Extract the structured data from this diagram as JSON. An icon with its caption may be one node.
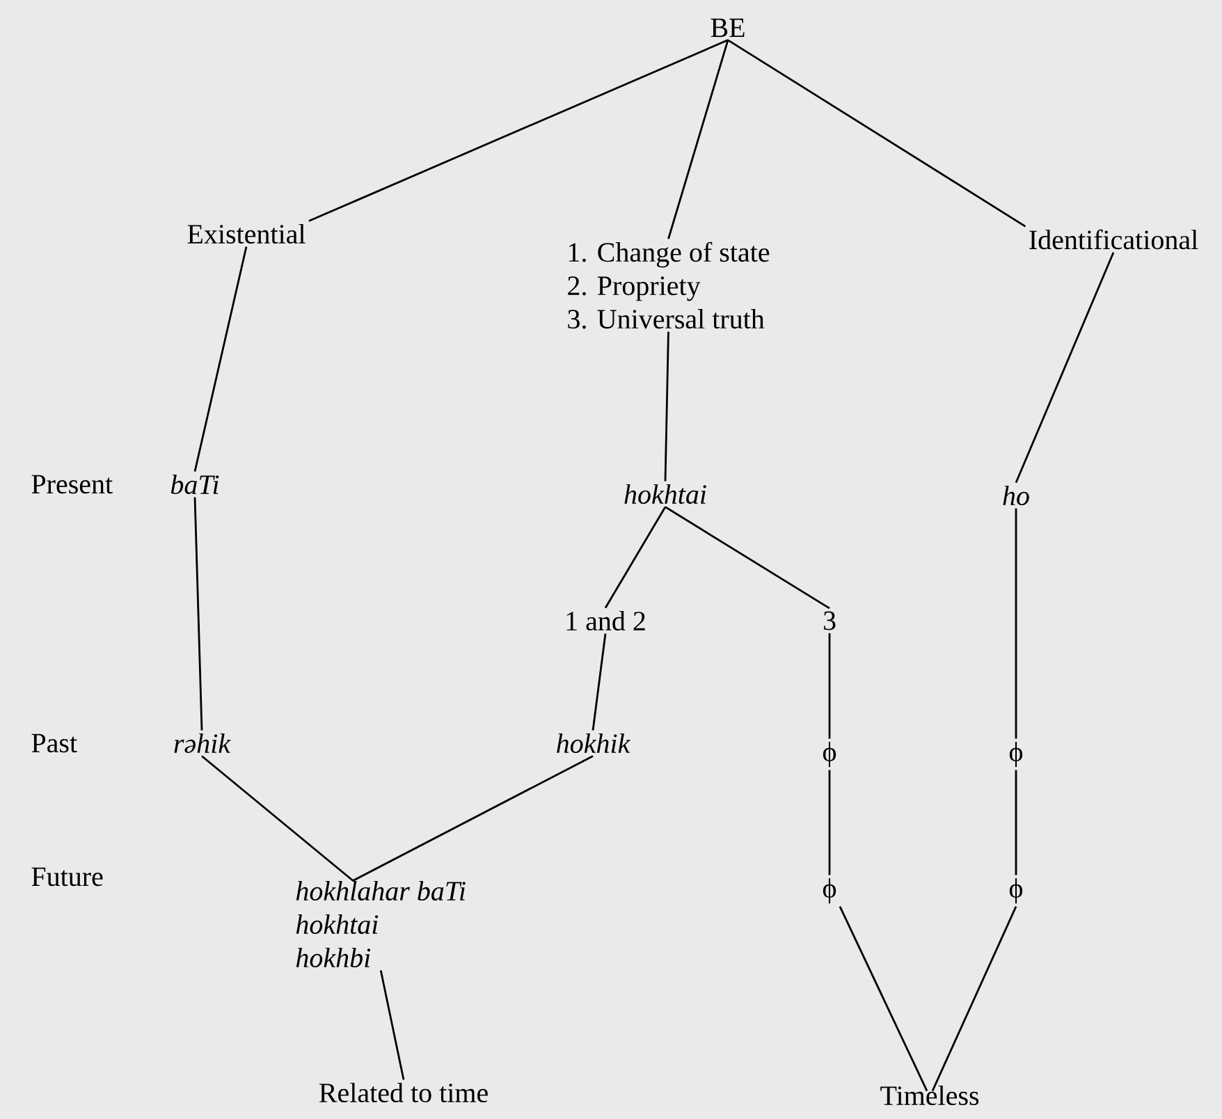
{
  "diagram": {
    "nodes": [
      {
        "text": [
          "BE"
        ]
      },
      {
        "text": [
          "Existential"
        ]
      },
      {
        "text": [
          "1. Change of state",
          "2. Propriety",
          "3. Universal truth"
        ]
      },
      {
        "text": [
          "Identificational"
        ]
      },
      {
        "text": [
          "baTi"
        ]
      },
      {
        "text": [
          "hokhtai"
        ]
      },
      {
        "text": [
          "ho"
        ]
      },
      {
        "text": [
          "1 and 2"
        ]
      },
      {
        "text": [
          "3"
        ]
      },
      {
        "text": [
          "rəhik"
        ]
      },
      {
        "text": [
          "hokhik"
        ]
      },
      {
        "text": [
          "ϕ"
        ]
      },
      {
        "text": [
          "ϕ"
        ]
      },
      {
        "text": [
          "hokhlahar baTi",
          "hokhtai",
          "hokhbi"
        ]
      },
      {
        "text": [
          "ϕ"
        ]
      },
      {
        "text": [
          "ϕ"
        ]
      },
      {
        "text": [
          "Related to time"
        ]
      },
      {
        "text": [
          "Timeless"
        ]
      }
    ],
    "edges": [
      {
        "from": 0,
        "to": 1,
        "arrow": "none"
      },
      {
        "from": 0,
        "to": 2,
        "arrow": "none"
      },
      {
        "from": 0,
        "to": 3,
        "arrow": "none"
      },
      {
        "from": 1,
        "to": 4,
        "arrow": "none"
      },
      {
        "from": 2,
        "to": 5,
        "arrow": "none"
      },
      {
        "from": 3,
        "to": 6,
        "arrow": "none"
      },
      {
        "from": 4,
        "to": 9,
        "arrow": "none"
      },
      {
        "from": 5,
        "to": 7,
        "arrow": "none"
      },
      {
        "from": 5,
        "to": 8,
        "arrow": "none"
      },
      {
        "from": 7,
        "to": 10,
        "arrow": "none"
      },
      {
        "from": 8,
        "to": 11,
        "arrow": "none"
      },
      {
        "from": 6,
        "to": 12,
        "arrow": "none"
      },
      {
        "from": 9,
        "to": 13,
        "arrow": "none"
      },
      {
        "from": 10,
        "to": 13,
        "arrow": "none"
      },
      {
        "from": 11,
        "to": 14,
        "arrow": "none"
      },
      {
        "from": 12,
        "to": 15,
        "arrow": "none"
      },
      {
        "from": 13,
        "to": 16,
        "arrow": "none"
      },
      {
        "from": 14,
        "to": 17,
        "arrow": "none"
      },
      {
        "from": 15,
        "to": 17,
        "arrow": "none"
      }
    ],
    "labels": [
      "Present",
      "Past",
      "Future"
    ]
  }
}
